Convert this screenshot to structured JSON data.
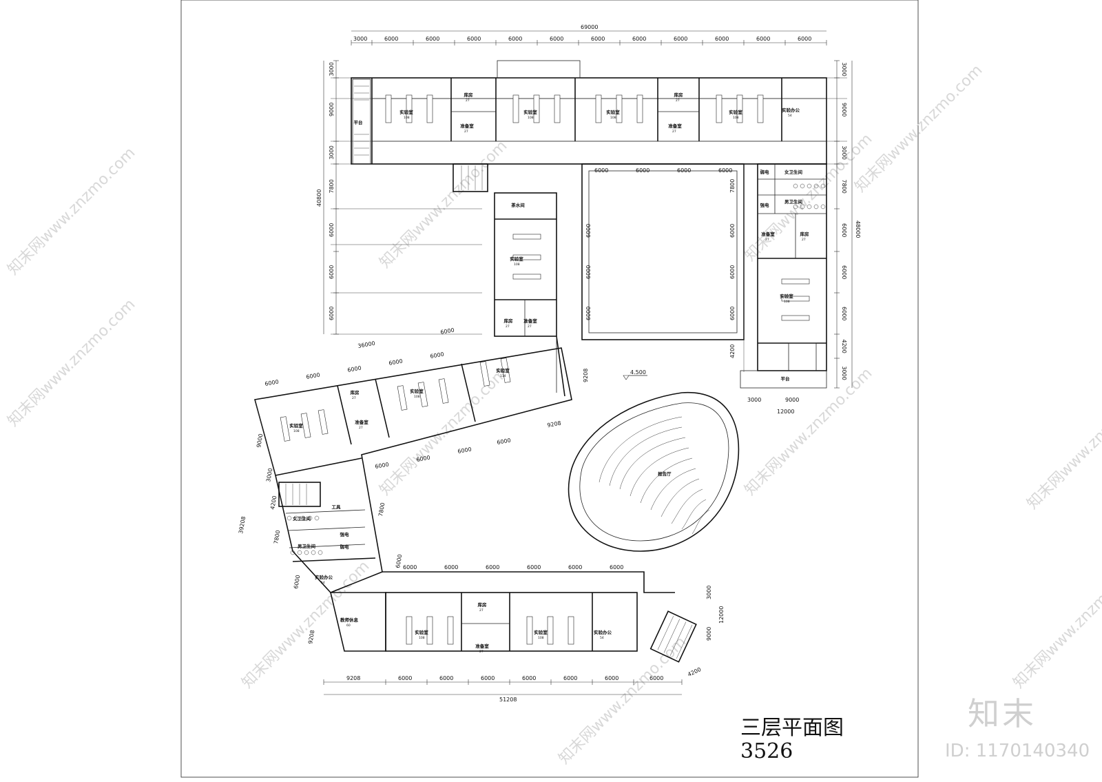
{
  "drawing": {
    "title": "三层平面图",
    "number": "3526",
    "level_mark": "4.500"
  },
  "branding": {
    "logo_text": "知末",
    "id_text": "ID: 1170140340",
    "watermark_text": "知末网www.znzmo.com"
  },
  "dimensions": {
    "top_total": "69000",
    "top_segments": [
      "3000",
      "6000",
      "6000",
      "6000",
      "6000",
      "6000",
      "6000",
      "6000",
      "6000",
      "6000",
      "6000",
      "6000"
    ],
    "left_total": "40800",
    "left_segments": [
      "3000",
      "9000",
      "3000",
      "7800",
      "6000",
      "6000",
      "6000"
    ],
    "right_total": "48000",
    "right_segments": [
      "3000",
      "9000",
      "3000",
      "7800",
      "6000",
      "6000",
      "6000",
      "4200",
      "3000"
    ],
    "inner_top_segments": [
      "6000",
      "6000",
      "6000",
      "6000"
    ],
    "inner_left_segments": [
      "6000",
      "6000",
      "6000"
    ],
    "inner_right_segments": [
      "7800",
      "6000",
      "6000",
      "6000",
      "4200"
    ],
    "east_bottom_segments": [
      "3000",
      "9000"
    ],
    "east_bottom_total": "12000",
    "west_wing_top_total": "36000",
    "west_wing_top_segments": [
      "6000",
      "6000",
      "6000",
      "6000",
      "6000"
    ],
    "west_wing_single": "6000",
    "west_wing_left_segments": [
      "9000",
      "3000",
      "4200",
      "7800",
      "6000"
    ],
    "west_wing_left_total": "39208",
    "west_inner_segments": [
      "6000",
      "6000",
      "6000",
      "6000"
    ],
    "west_inner_offset": "9208",
    "west_vertical": [
      "7800",
      "6000"
    ],
    "core_vertical": "9208",
    "south_top_segments": [
      "6000",
      "6000",
      "6000",
      "6000",
      "6000",
      "6000"
    ],
    "south_bottom_segments": [
      "9208",
      "6000",
      "6000",
      "6000",
      "6000",
      "6000",
      "6000",
      "6000"
    ],
    "south_bottom_total": "51208",
    "south_left": "9208",
    "south_right_segments": [
      "3000",
      "9000"
    ],
    "south_right_total": "12000",
    "stair_dim": "4200"
  },
  "rooms": {
    "north": [
      {
        "label": "平台",
        "area": ""
      },
      {
        "label": "实验室",
        "area": "108"
      },
      {
        "label": "库房",
        "area": "27"
      },
      {
        "label": "准备室",
        "area": "27"
      },
      {
        "label": "实验室",
        "area": "108"
      },
      {
        "label": "实验室",
        "area": "108"
      },
      {
        "label": "库房",
        "area": "27"
      },
      {
        "label": "准备室",
        "area": "27"
      },
      {
        "label": "实验室",
        "area": "108"
      },
      {
        "label": "实验办公",
        "area": "54"
      }
    ],
    "center": [
      {
        "label": "茶水间",
        "area": ""
      },
      {
        "label": "实验室",
        "area": "108"
      },
      {
        "label": "库房",
        "area": "27"
      },
      {
        "label": "准备室",
        "area": "27"
      }
    ],
    "east": [
      {
        "label": "弱电",
        "area": ""
      },
      {
        "label": "女卫生间",
        "area": ""
      },
      {
        "label": "强电",
        "area": ""
      },
      {
        "label": "男卫生间",
        "area": ""
      },
      {
        "label": "准备室",
        "area": "27"
      },
      {
        "label": "库房",
        "area": "27"
      },
      {
        "label": "实验室",
        "area": "108"
      },
      {
        "label": "平台",
        "area": ""
      }
    ],
    "west": [
      {
        "label": "实验室",
        "area": "108"
      },
      {
        "label": "库房",
        "area": "27"
      },
      {
        "label": "准备室",
        "area": "27"
      },
      {
        "label": "实验室",
        "area": "108"
      },
      {
        "label": "实验室",
        "area": "114"
      },
      {
        "label": "工具",
        "area": ""
      },
      {
        "label": "女卫生间",
        "area": ""
      },
      {
        "label": "强电",
        "area": ""
      },
      {
        "label": "男卫生间",
        "area": ""
      },
      {
        "label": "弱电",
        "area": ""
      },
      {
        "label": "实验办公",
        "area": "54"
      },
      {
        "label": "教师休息",
        "area": "60"
      }
    ],
    "south": [
      {
        "label": "实验室",
        "area": "108"
      },
      {
        "label": "库房",
        "area": "27"
      },
      {
        "label": "准备室",
        "area": "27"
      },
      {
        "label": "实验室",
        "area": "108"
      },
      {
        "label": "实验办公",
        "area": "54"
      }
    ],
    "auditorium": {
      "label": "报告厅",
      "area": ""
    }
  },
  "colors": {
    "line": "#111111",
    "paper": "#ffffff",
    "watermark": "#d8d8d8"
  }
}
